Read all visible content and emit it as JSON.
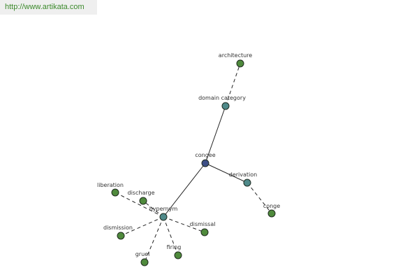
{
  "source_link": "http://www.artikata.com",
  "colors": {
    "center": "#3d4f86",
    "relation": "#4f8a8a",
    "leaf": "#4f8a3c"
  },
  "nodes": [
    {
      "id": "congee",
      "label": "congee",
      "kind": "center"
    },
    {
      "id": "domain-category",
      "label": "domain category",
      "kind": "relation"
    },
    {
      "id": "architecture",
      "label": "architecture",
      "kind": "leaf"
    },
    {
      "id": "derivation",
      "label": "derivation",
      "kind": "relation"
    },
    {
      "id": "conge",
      "label": "conge",
      "kind": "leaf"
    },
    {
      "id": "hypernym",
      "label": "hypernym",
      "kind": "relation"
    },
    {
      "id": "liberation",
      "label": "liberation",
      "kind": "leaf"
    },
    {
      "id": "discharge",
      "label": "discharge",
      "kind": "leaf"
    },
    {
      "id": "dismission",
      "label": "dismission",
      "kind": "leaf"
    },
    {
      "id": "dismissal",
      "label": "dismissal",
      "kind": "leaf"
    },
    {
      "id": "gruel",
      "label": "gruel",
      "kind": "leaf"
    },
    {
      "id": "firing",
      "label": "firing",
      "kind": "leaf"
    }
  ],
  "edges": [
    {
      "from": "congee",
      "to": "domain-category",
      "style": "solid"
    },
    {
      "from": "congee",
      "to": "derivation",
      "style": "solid"
    },
    {
      "from": "congee",
      "to": "hypernym",
      "style": "solid"
    },
    {
      "from": "domain-category",
      "to": "architecture",
      "style": "dashed"
    },
    {
      "from": "derivation",
      "to": "conge",
      "style": "dashed"
    },
    {
      "from": "hypernym",
      "to": "liberation",
      "style": "dashed"
    },
    {
      "from": "hypernym",
      "to": "discharge",
      "style": "dashed"
    },
    {
      "from": "hypernym",
      "to": "dismission",
      "style": "dashed"
    },
    {
      "from": "hypernym",
      "to": "dismissal",
      "style": "dashed"
    },
    {
      "from": "hypernym",
      "to": "gruel",
      "style": "dashed"
    },
    {
      "from": "hypernym",
      "to": "firing",
      "style": "dashed"
    }
  ]
}
